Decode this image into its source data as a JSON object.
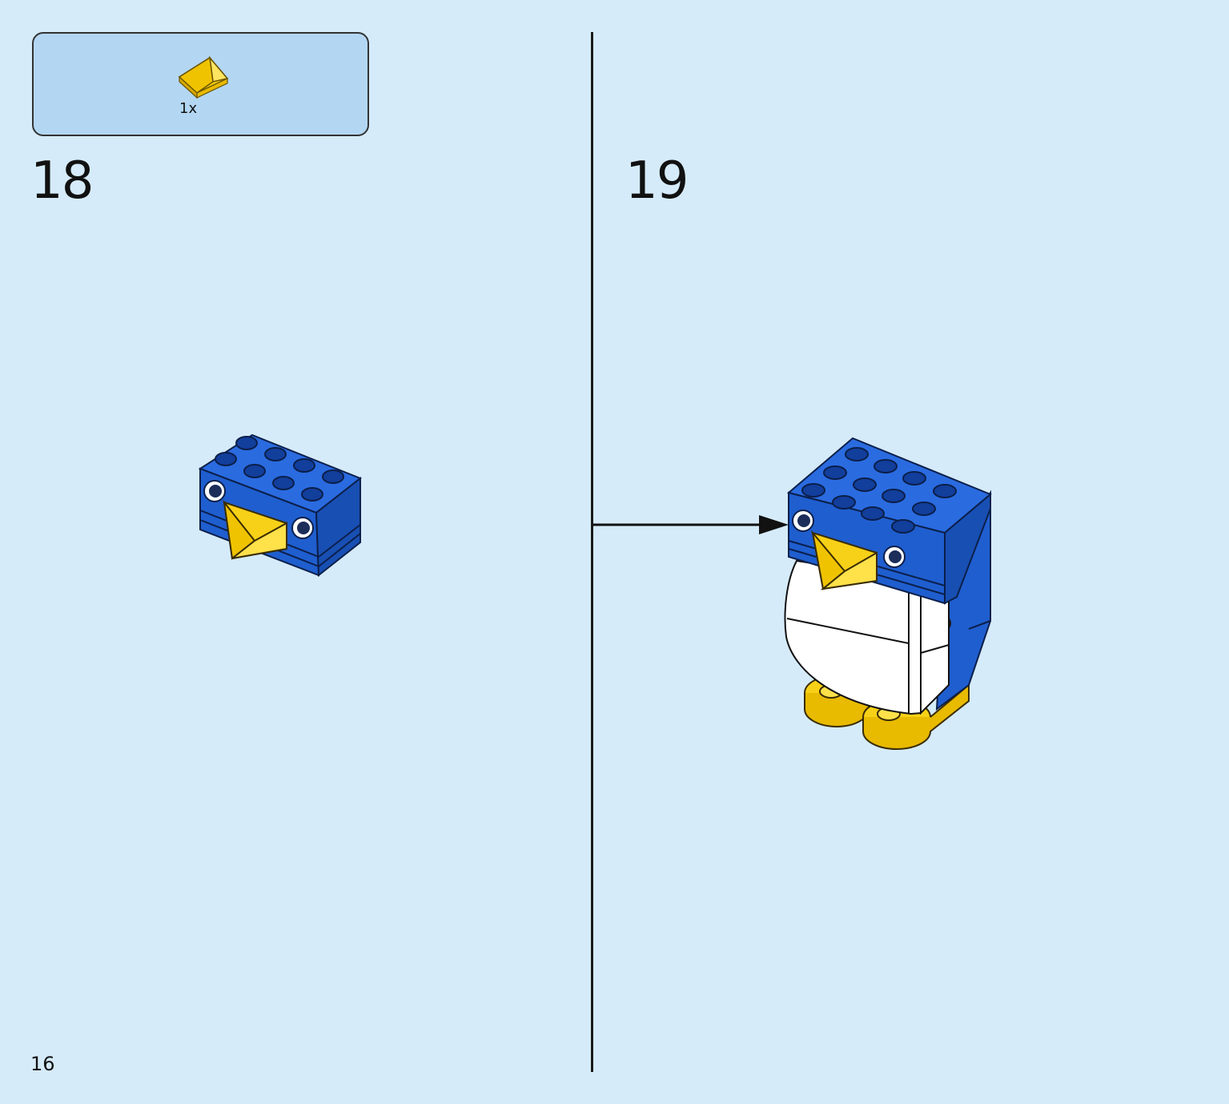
{
  "parts_list": {
    "items": [
      {
        "icon": "yellow-wedge-slope-piece-icon",
        "quantity": "1x",
        "color": "#f7d117"
      }
    ]
  },
  "steps": [
    {
      "number": "18",
      "model_icon": "penguin-head-assembly-icon"
    },
    {
      "number": "19",
      "model_icon": "penguin-complete-assembly-icon"
    }
  ],
  "page": {
    "number": "16"
  },
  "colors": {
    "background": "#d5ebfa",
    "parts_box": "#b3d7f3",
    "brick_blue": "#1f5ecf",
    "brick_yellow": "#f7d117",
    "brick_white": "#ffffff",
    "brick_tan": "#e4d6ad"
  }
}
